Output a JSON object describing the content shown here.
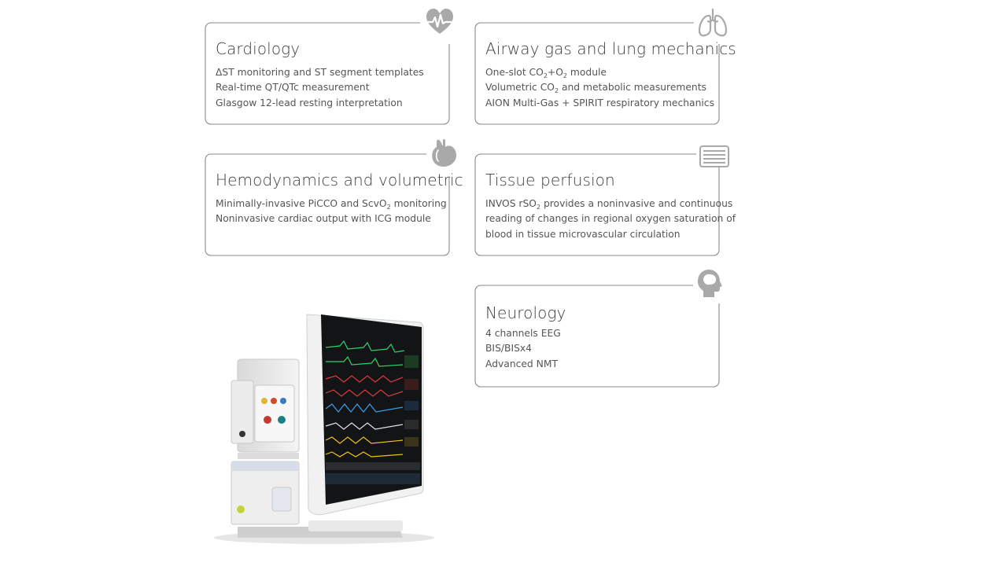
{
  "cards": {
    "cardiology": {
      "title": "Cardiology",
      "icon": "heart-pulse-icon",
      "lines": [
        "ΔST monitoring and ST segment templates",
        "Real-time QT/QTc measurement",
        "Glasgow 12-lead resting interpretation"
      ]
    },
    "airway": {
      "title": "Airway gas and lung mechanics",
      "icon": "lungs-icon",
      "line1_a": "One-slot CO",
      "line1_s1": "2",
      "line1_b": "+O",
      "line1_s2": "2",
      "line1_c": " module",
      "line2_a": "Volumetric CO",
      "line2_s": "2",
      "line2_b": " and metabolic measurements",
      "line3": "AION Multi-Gas + SPIRIT respiratory mechanics"
    },
    "hemo": {
      "title": "Hemodynamics and volumetric",
      "icon": "heart-organ-icon",
      "line1_a": "Minimally-invasive PiCCO and ScvO",
      "line1_s": "2",
      "line1_b": " monitoring",
      "line2": "Noninvasive cardiac output with ICG module"
    },
    "tissue": {
      "title": "Tissue perfusion",
      "icon": "tissue-layers-icon",
      "line1_a": "INVOS rSO",
      "line1_s": "2",
      "line1_b": " provides a noninvasive and continuous",
      "line2": "reading of changes in regional oxygen saturation of",
      "line3": "blood in tissue microvascular circulation"
    },
    "neuro": {
      "title": "Neurology",
      "icon": "head-brain-icon",
      "lines": [
        "4 channels EEG",
        "BIS/BISx4",
        "Advanced NMT"
      ]
    }
  },
  "colors": {
    "frame": "#8a8a8a",
    "icon": "#a9a9a9",
    "title": "#3e3e3e",
    "text": "#555555"
  }
}
